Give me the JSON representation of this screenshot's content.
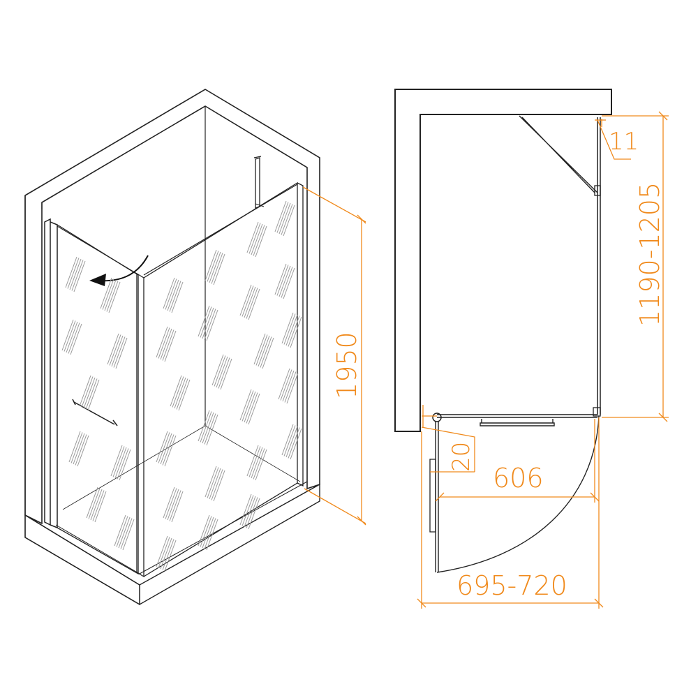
{
  "colors": {
    "dimension": "#f08a1c",
    "outline": "#222222"
  },
  "dimensions": {
    "height": "1950",
    "side_length": "1190-1205",
    "gap": "11",
    "door_offset": "20",
    "door_width": "606",
    "total_width": "695-720"
  }
}
